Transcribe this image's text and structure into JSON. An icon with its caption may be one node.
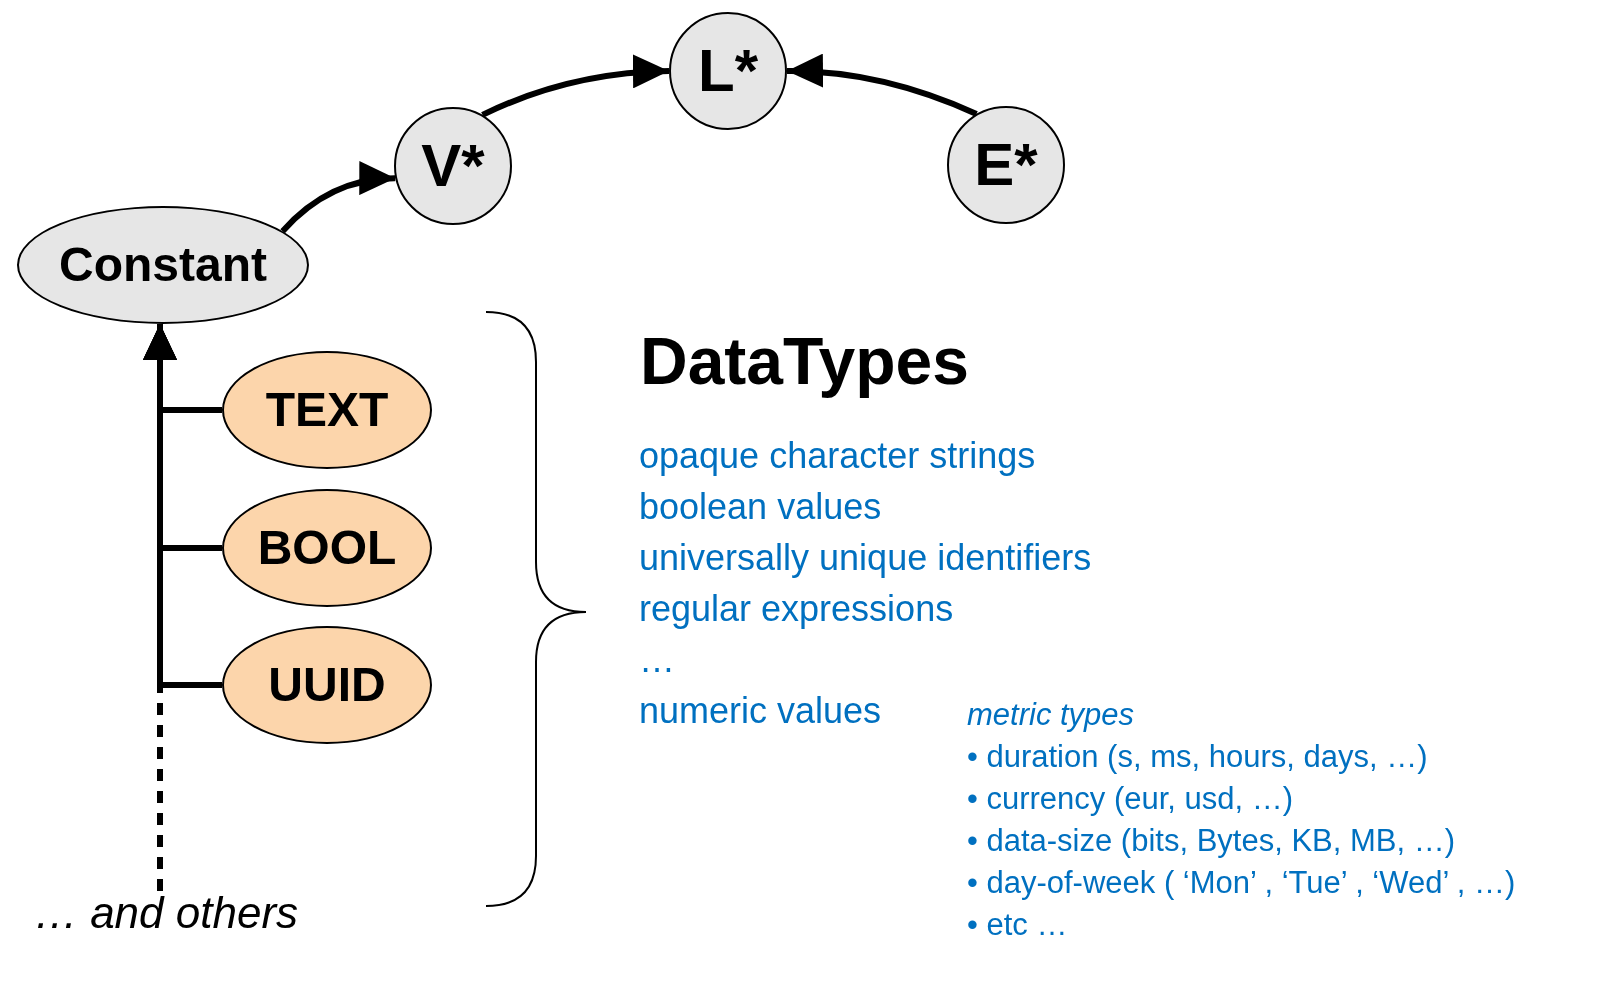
{
  "diagram": {
    "title": "DataTypes",
    "nodes": [
      {
        "text": [
          "Constant"
        ]
      },
      {
        "text": [
          "V*"
        ]
      },
      {
        "text": [
          "L*"
        ]
      },
      {
        "text": [
          "E*"
        ]
      },
      {
        "text": [
          "TEXT"
        ]
      },
      {
        "text": [
          "BOOL"
        ]
      },
      {
        "text": [
          "UUID"
        ]
      },
      {
        "text": [
          "… and others"
        ]
      }
    ],
    "edges": [
      {
        "from": 0,
        "to": 1,
        "arrow": "to"
      },
      {
        "from": 1,
        "to": 2,
        "arrow": "to"
      },
      {
        "from": 3,
        "to": 2,
        "arrow": "to"
      },
      {
        "from": 4,
        "to": 0,
        "arrow": "to"
      },
      {
        "from": 5,
        "to": 0,
        "arrow": "to"
      },
      {
        "from": 6,
        "to": 0,
        "arrow": "to"
      },
      {
        "from": 7,
        "to": 0,
        "arrow": "to",
        "style": "dashed"
      }
    ],
    "labels": [
      "opaque character strings",
      "boolean values",
      "universally unique identifiers",
      "regular expressions",
      "…",
      "numeric values",
      "metric types",
      "• duration (s, ms, hours, days, …)",
      "• currency (eur, usd, …)",
      "• data-size (bits, Bytes, KB, MB, …)",
      "• day-of-week ( ‘Mon’ , ‘Tue’ , ‘Wed’ , …)",
      "• etc …"
    ]
  }
}
